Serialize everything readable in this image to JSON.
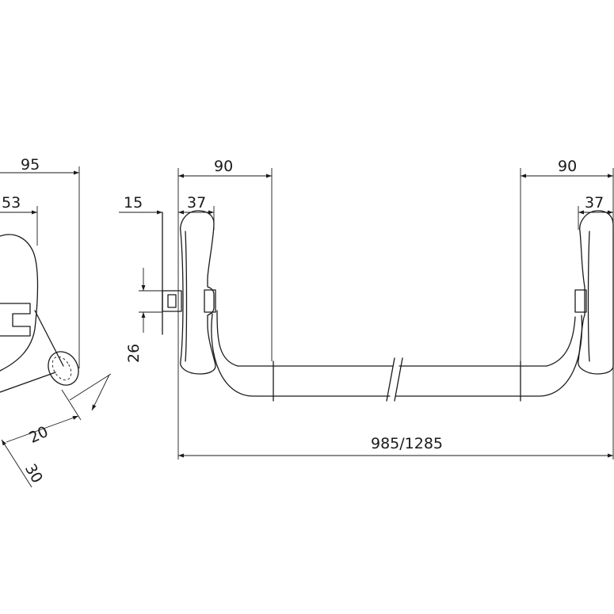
{
  "drawing": {
    "dimensions": {
      "side_depth": "95",
      "side_offset": "53",
      "side_bar_diameter": "20",
      "side_bar_reach": "30",
      "left_spacer": "15",
      "left_head_width": "37",
      "left_overall_depth": "90",
      "latch_height": "26",
      "right_overall_depth": "90",
      "right_head_width": "37",
      "total_length": "985/1285"
    }
  }
}
